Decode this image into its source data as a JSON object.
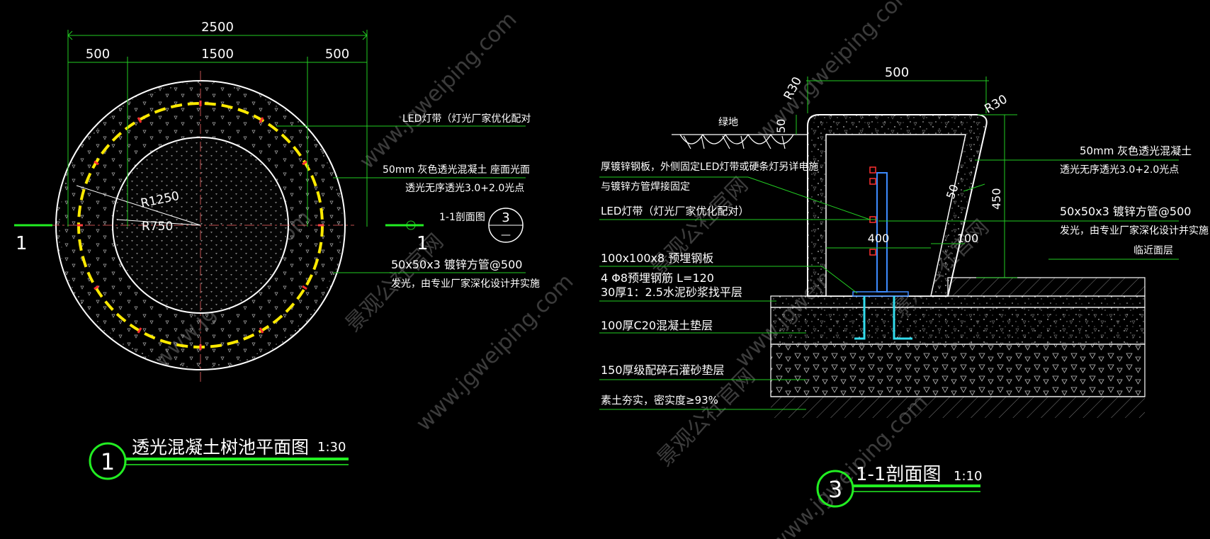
{
  "colors": {
    "background": "#000000",
    "dim_line": "#22cc22",
    "text": "#ffffff",
    "concrete_outline": "#ffffff",
    "led_yellow": "#ffea00",
    "led_red": "#ff3030",
    "rebar_cyan": "#33ddee",
    "tube_blue": "#3d8bff",
    "title_green": "#22ee22",
    "watermark": "#5a5a5a"
  },
  "plan": {
    "dims": {
      "total": "2500",
      "left": "500",
      "middle": "1500",
      "right": "500"
    },
    "radius_outer": "R1250",
    "radius_inner": "R750",
    "callouts": {
      "led": "LED灯带（灯光厂家优化配对",
      "concrete_1": "50mm 灰色透光混凝土  座面光面",
      "concrete_2": "透光无序透光3.0+2.0光点",
      "tube_1": "50x50x3  镀锌方管@500",
      "tube_2": "发光，由专业厂家深化设计并实施"
    },
    "section_ref": {
      "label": "1-1剖面图",
      "number": "3",
      "sheet": "—"
    },
    "cut_marker_left": "1",
    "cut_marker_right": "1",
    "title": {
      "number": "1",
      "text": "透光混凝土树池平面图",
      "scale": "1:30"
    }
  },
  "section": {
    "dims": {
      "top_width": "500",
      "radius_left": "R30",
      "radius_right": "R30",
      "height_50": "50",
      "wall_50": "50",
      "height_450": "450",
      "inner_400": "400",
      "base_100": "100"
    },
    "labels_left": {
      "green_land": "绿地",
      "plate_1": "厚镀锌钢板，外侧固定LED灯带或硬条灯另详电施",
      "plate_2": "与镀锌方管焊接固定",
      "led": "LED灯带（灯光厂家优化配对）",
      "steel_plate": "100x100x8  预埋钢板",
      "rebar": "4 Φ8预埋钢筋 L=120",
      "mortar": "30厚1：2.5水泥砂浆找平层",
      "concrete_base": "100厚C20混凝土垫层",
      "gravel": "150厚级配碎石灌砂垫层",
      "soil": "素土夯实，密实度≥93%"
    },
    "labels_right": {
      "concrete_1": "50mm 灰色透光混凝土",
      "concrete_2": "透光无序透光3.0+2.0光点",
      "tube_1": "50x50x3  镀锌方管@500",
      "tube_2": "发光，由专业厂家深化设计并实施",
      "paving": "临近面层"
    },
    "title": {
      "number": "3",
      "text": "1-1剖面图",
      "scale": "1:10"
    }
  },
  "watermark": {
    "cn": "景观公社官网",
    "url": "www.jgweiping.com"
  }
}
